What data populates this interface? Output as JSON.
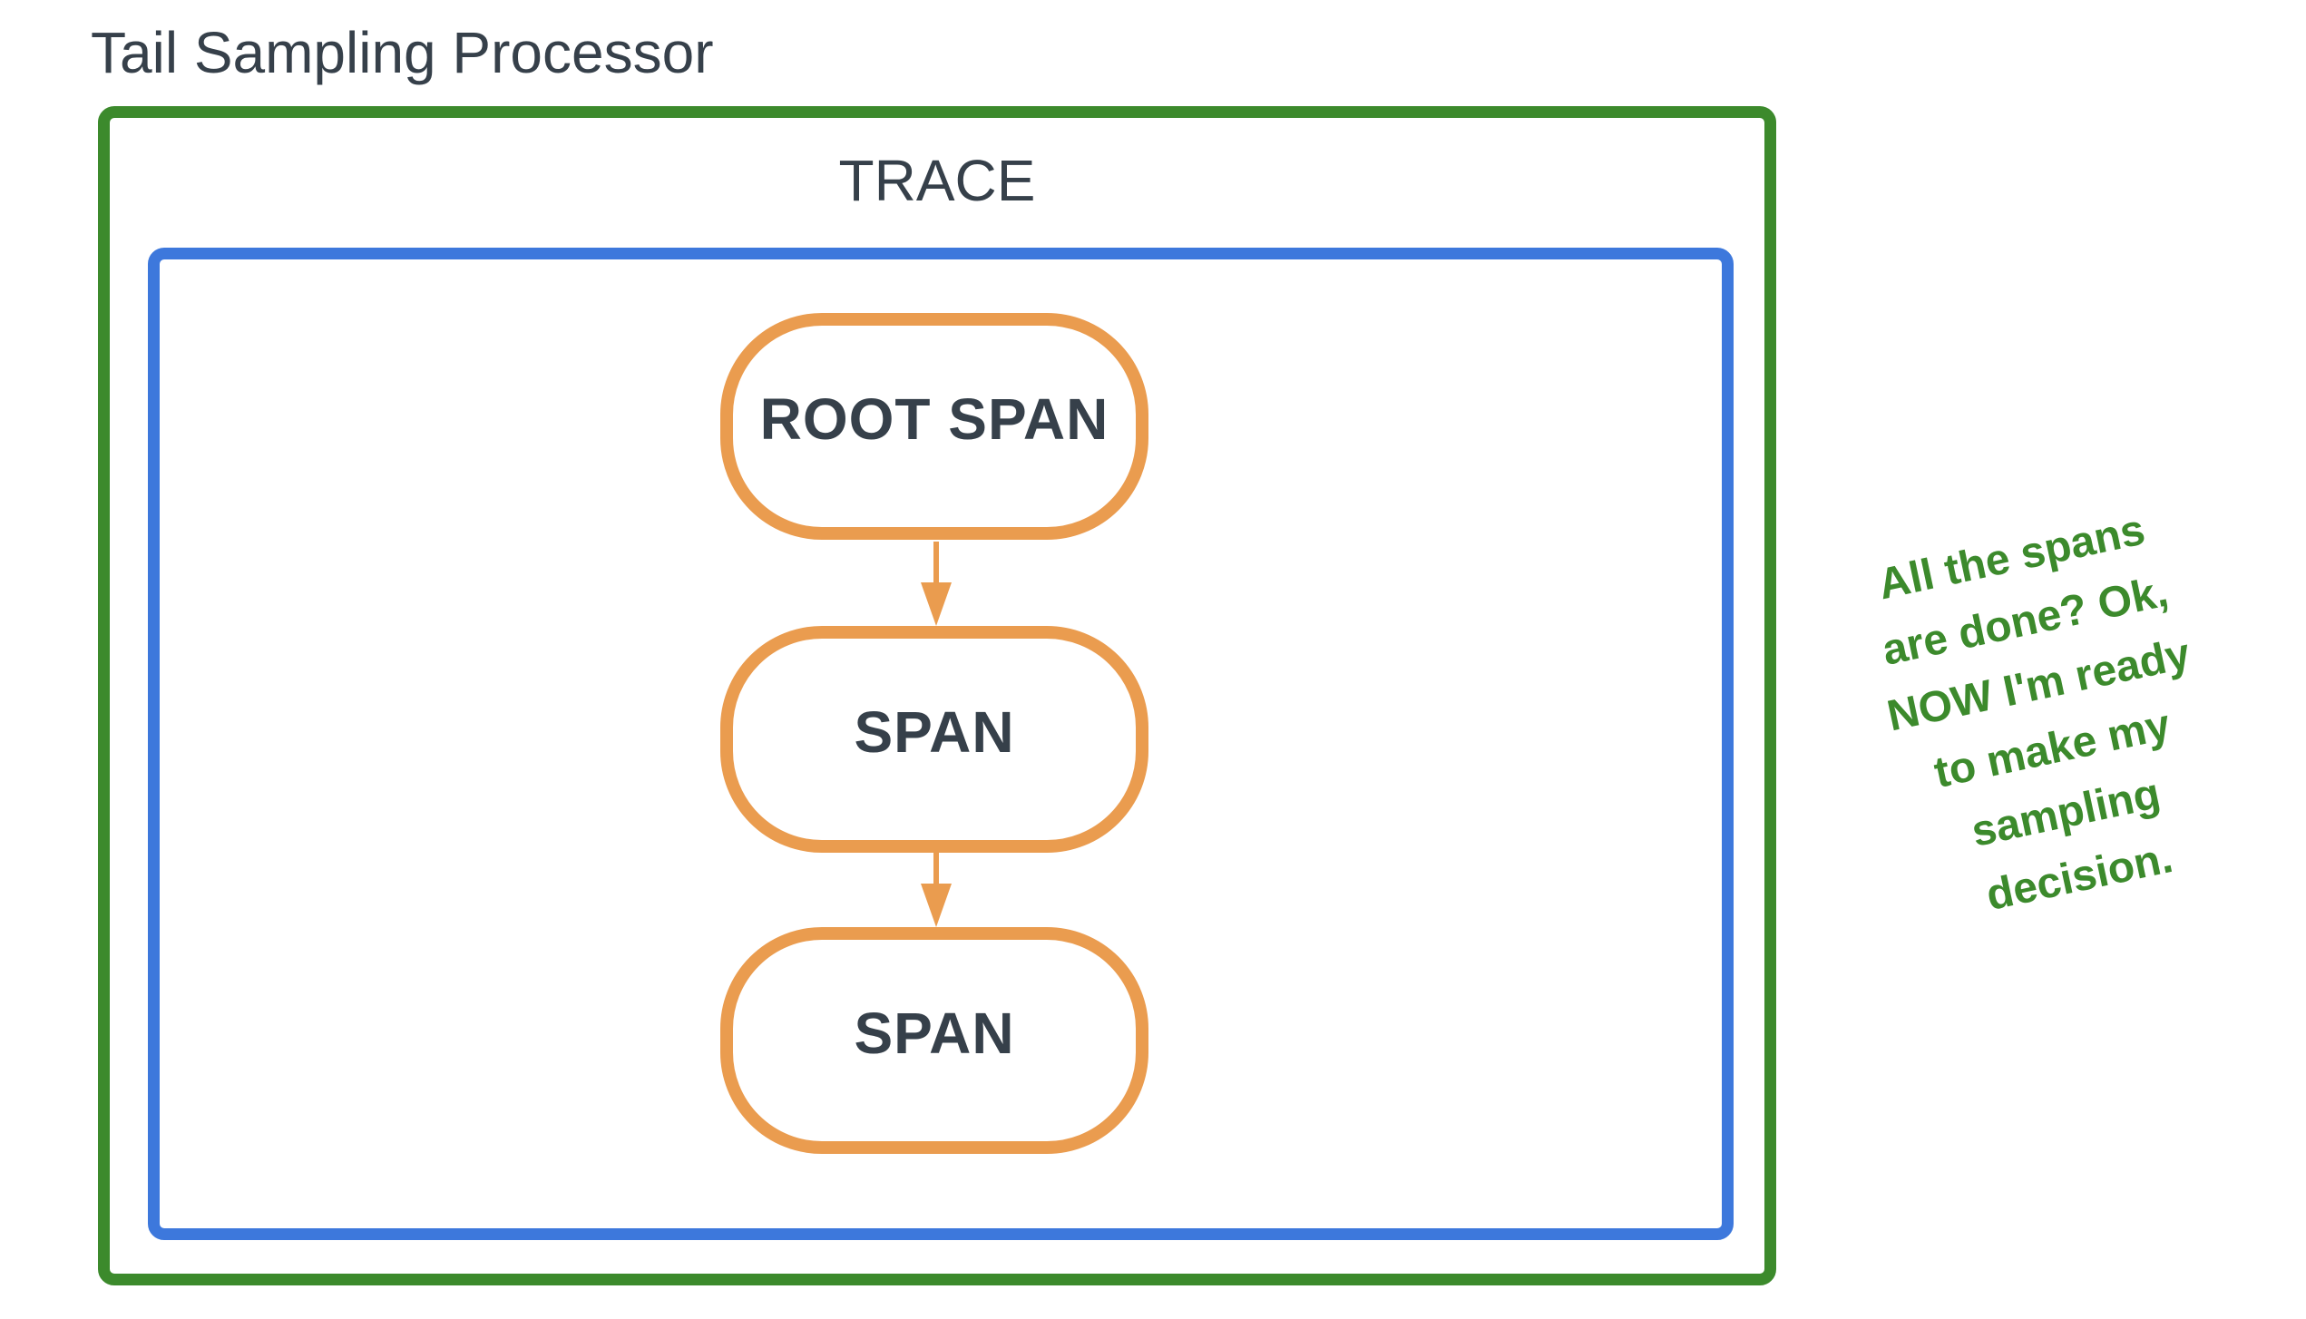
{
  "diagram": {
    "title": "Tail Sampling Processor",
    "trace": {
      "label": "TRACE"
    },
    "nodes": [
      {
        "label": "ROOT SPAN"
      },
      {
        "label": "SPAN"
      },
      {
        "label": "SPAN"
      }
    ],
    "connectors": [
      {
        "from": "ROOT SPAN",
        "to": "SPAN",
        "direction": "down",
        "glyph": "▼"
      },
      {
        "from": "SPAN",
        "to": "SPAN",
        "direction": "down",
        "glyph": "▼"
      }
    ],
    "annotation": {
      "text": "All the spans\nare done? Ok,\nNOW I'm ready\nto make my\nsampling\ndecision."
    },
    "colors": {
      "background": "#FFFFFF",
      "processor_border_green": "#3C8A2C",
      "trace_border_blue": "#3D78DC",
      "span_border_orange": "#EA9C4F",
      "arrow_orange": "#EA9C4F",
      "text_dark": "#36404A",
      "annotation_green": "#3C8A2C"
    }
  }
}
